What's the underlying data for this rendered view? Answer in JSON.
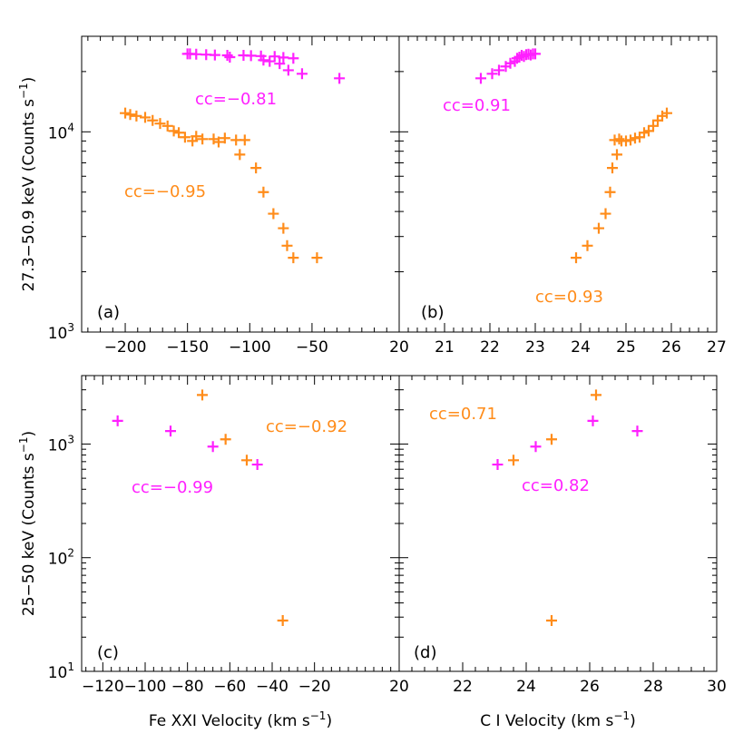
{
  "colors": {
    "magenta": "#ff20ff",
    "orange": "#ff8c1a"
  },
  "chart_data": [
    {
      "type": "scatter",
      "panel_label": "(a)",
      "ylabel_line": "27.3−50.9 keV (Counts s",
      "ylabel_sup": "−1",
      "ylabel_end": ")",
      "xscale": "linear",
      "yscale": "log",
      "xlim": [
        -235,
        20
      ],
      "ylim": [
        1000,
        30000
      ],
      "xticks": [
        -200,
        -150,
        -100,
        -50
      ],
      "xtick_labels": [
        "−200",
        "−150",
        "−100",
        "−50"
      ],
      "yticks": [
        1000,
        10000
      ],
      "ytick_base": [
        "10",
        "10"
      ],
      "ytick_exp": [
        "3",
        "4"
      ],
      "series": [
        {
          "color": "magenta",
          "x": [
            -150,
            -148,
            -143,
            -135,
            -128,
            -118,
            -116,
            -105,
            -99,
            -91,
            -89,
            -84,
            -80,
            -76,
            -73,
            -69,
            -65,
            -58,
            -28
          ],
          "y": [
            24500,
            24500,
            24400,
            24300,
            24200,
            24100,
            23600,
            24100,
            24000,
            23900,
            22800,
            22500,
            23800,
            21900,
            23500,
            20300,
            23300,
            19500,
            18500
          ],
          "annotation": "cc=−0.81"
        },
        {
          "color": "orange",
          "x": [
            -200,
            -196,
            -191,
            -184,
            -178,
            -172,
            -166,
            -161,
            -157,
            -152,
            -146,
            -143,
            -138,
            -129,
            -125,
            -120,
            -111,
            -108,
            -104,
            -95,
            -89,
            -81,
            -73,
            -70,
            -65,
            -46
          ],
          "y": [
            12400,
            12200,
            12000,
            11800,
            11400,
            11000,
            10700,
            10100,
            9900,
            9400,
            9000,
            9500,
            9200,
            9200,
            8900,
            9300,
            9100,
            7700,
            9100,
            6600,
            5000,
            3900,
            3300,
            2700,
            2350,
            2350
          ],
          "annotation": "cc=−0.95"
        }
      ]
    },
    {
      "type": "scatter",
      "panel_label": "(b)",
      "xscale": "linear",
      "yscale": "log",
      "xlim": [
        20,
        27
      ],
      "ylim": [
        1000,
        30000
      ],
      "xticks": [
        20,
        21,
        22,
        23,
        24,
        25,
        26,
        27
      ],
      "xtick_labels": [
        "20",
        "21",
        "22",
        "23",
        "24",
        "25",
        "26",
        "27"
      ],
      "series": [
        {
          "color": "magenta",
          "x": [
            21.8,
            22.05,
            22.2,
            22.35,
            22.45,
            22.55,
            22.6,
            22.65,
            22.7,
            22.75,
            22.8,
            22.85,
            22.9,
            22.95,
            23.0
          ],
          "y": [
            18500,
            19500,
            20300,
            21200,
            22000,
            22500,
            23300,
            23600,
            24100,
            23800,
            24300,
            24400,
            24200,
            24500,
            24500
          ],
          "annotation": "cc=0.91"
        },
        {
          "color": "orange",
          "x": [
            23.9,
            24.15,
            24.4,
            24.55,
            24.65,
            24.7,
            24.75,
            24.8,
            24.85,
            24.9,
            25.0,
            25.1,
            25.2,
            25.3,
            25.4,
            25.5,
            25.6,
            25.7,
            25.8,
            25.9
          ],
          "y": [
            2350,
            2700,
            3300,
            3900,
            5000,
            6600,
            9100,
            7700,
            9200,
            9000,
            9000,
            9100,
            9300,
            9400,
            9900,
            10100,
            10700,
            11400,
            12000,
            12400
          ],
          "annotation": "cc=0.93"
        }
      ]
    },
    {
      "type": "scatter",
      "panel_label": "(c)",
      "ylabel_line": "25−50 keV (Counts s",
      "ylabel_sup": "−1",
      "ylabel_end": ")",
      "xlabel_line": "Fe XXI Velocity (km s",
      "xlabel_sup": "−1",
      "xlabel_end": ")",
      "xscale": "linear",
      "yscale": "log",
      "xlim": [
        -130,
        20
      ],
      "ylim": [
        10,
        4000
      ],
      "xticks": [
        -120,
        -100,
        -80,
        -60,
        -40,
        -20
      ],
      "xtick_labels": [
        "−120",
        "−100",
        "−80",
        "−60",
        "−40",
        "−20"
      ],
      "yticks": [
        10,
        100,
        1000
      ],
      "ytick_base": [
        "10",
        "10",
        "10"
      ],
      "ytick_exp": [
        "1",
        "2",
        "3"
      ],
      "series": [
        {
          "color": "magenta",
          "x": [
            -113,
            -88,
            -68,
            -47
          ],
          "y": [
            1600,
            1300,
            950,
            660
          ],
          "annotation": "cc=−0.99"
        },
        {
          "color": "orange",
          "x": [
            -73,
            -62,
            -52,
            -35
          ],
          "y": [
            2700,
            1100,
            720,
            28
          ],
          "annotation": "cc=−0.92"
        }
      ]
    },
    {
      "type": "scatter",
      "panel_label": "(d)",
      "xlabel_line": "C I Velocity (km s",
      "xlabel_sup": "−1",
      "xlabel_end": ")",
      "xscale": "linear",
      "yscale": "log",
      "xlim": [
        20,
        30
      ],
      "ylim": [
        10,
        4000
      ],
      "xticks": [
        20,
        22,
        24,
        26,
        28,
        30
      ],
      "xtick_labels": [
        "20",
        "22",
        "24",
        "26",
        "28",
        "30"
      ],
      "series": [
        {
          "color": "magenta",
          "x": [
            23.1,
            24.3,
            26.1,
            27.5
          ],
          "y": [
            660,
            950,
            1600,
            1300
          ],
          "annotation": "cc=0.82"
        },
        {
          "color": "orange",
          "x": [
            23.6,
            24.8,
            24.8,
            26.2
          ],
          "y": [
            720,
            1100,
            28,
            2700
          ],
          "annotation": "cc=0.71"
        }
      ]
    }
  ]
}
